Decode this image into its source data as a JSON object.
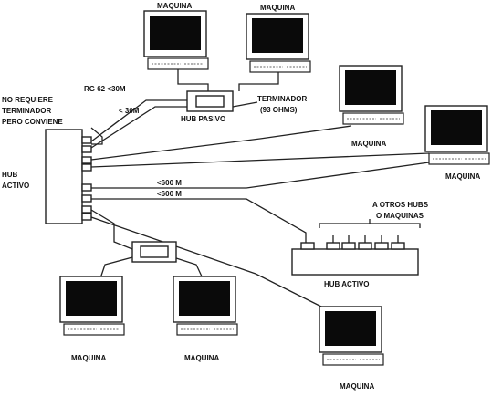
{
  "labels": {
    "maquina": "MAQUINA",
    "hub_pasivo": "HUB PASIVO",
    "hub_activo_left_line1": "HUB",
    "hub_activo_left_line2": "ACTIVO",
    "hub_activo_bottom": "HUB ACTIVO",
    "no_requiere_line1": "NO REQUIERE",
    "no_requiere_line2": "TERMINADOR",
    "no_requiere_line3": "PERO CONVIENE",
    "rg62": "RG 62  <30M",
    "lt30": "< 30M",
    "terminador_line1": "TERMINADOR",
    "terminador_line2": "(93 OHMS)",
    "lt600_1": "<600 M",
    "lt600_2": "<600 M",
    "otros_line1": "A OTROS HUBS",
    "otros_line2": "O MAQUINAS"
  }
}
